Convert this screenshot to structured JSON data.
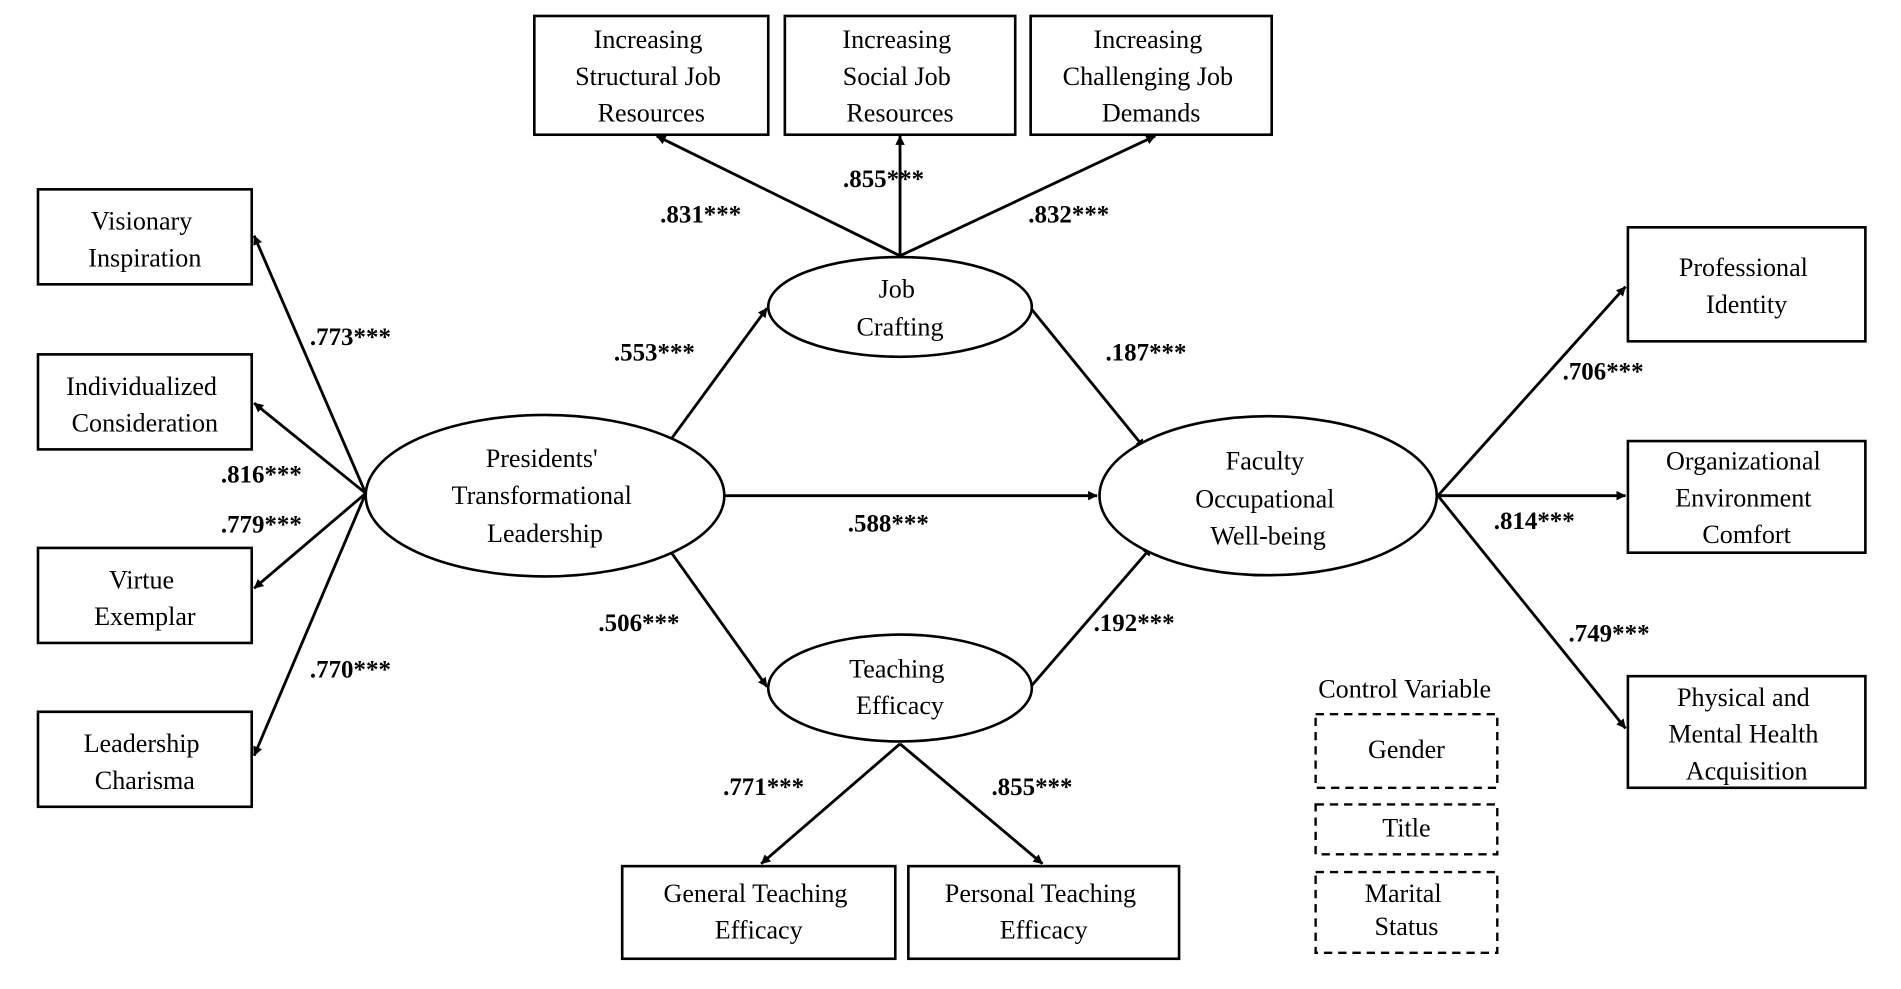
{
  "nodes": {
    "structural": [
      "Increasing",
      "Structural Job",
      "Resources"
    ],
    "social": [
      "Increasing",
      "Social Job",
      "Resources"
    ],
    "challenging": [
      "Increasing",
      "Challenging Job",
      "Demands"
    ],
    "visionary": [
      "Visionary",
      "Inspiration"
    ],
    "individualized": [
      "Individualized",
      "Consideration"
    ],
    "virtue": [
      "Virtue",
      "Exemplar"
    ],
    "charisma": [
      "Leadership",
      "Charisma"
    ],
    "presidents": [
      "Presidents'",
      "Transformational",
      "Leadership"
    ],
    "job_crafting": [
      "Job",
      "Crafting"
    ],
    "teaching_efficacy": [
      "Teaching",
      "Efficacy"
    ],
    "faculty": [
      "Faculty",
      "Occupational",
      "Well-being"
    ],
    "professional": [
      "Professional",
      "Identity"
    ],
    "org_env": [
      "Organizational",
      "Environment",
      "Comfort"
    ],
    "physical": [
      "Physical and",
      "Mental Health",
      "Acquisition"
    ],
    "general_te": [
      "General Teaching",
      "Efficacy"
    ],
    "personal_te": [
      "Personal Teaching",
      "Efficacy"
    ]
  },
  "control": {
    "title": "Control Variable",
    "items": [
      [
        "Gender"
      ],
      [
        "Title"
      ],
      [
        "Marital",
        "Status"
      ]
    ]
  },
  "coefficients": {
    "structural": ".831***",
    "social": ".855***",
    "challenging": ".832***",
    "visionary": ".773***",
    "individualized": ".816***",
    "virtue": ".779***",
    "charisma": ".770***",
    "ptl_jc": ".553***",
    "jc_fow": ".187***",
    "ptl_fow": ".588***",
    "ptl_te": ".506***",
    "te_fow": ".192***",
    "professional": ".706***",
    "org_env": ".814***",
    "physical": ".749***",
    "general_te": ".771***",
    "personal_te": ".855***"
  }
}
